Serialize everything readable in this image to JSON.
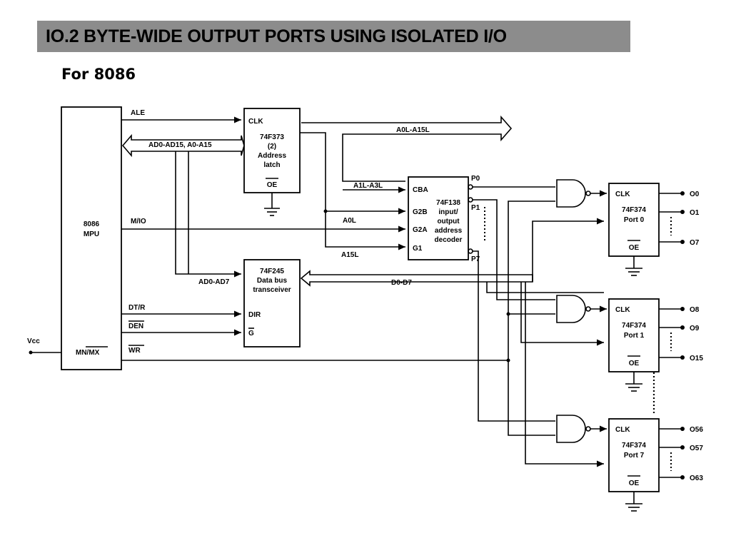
{
  "slide": {
    "title": "IO.2 BYTE-WIDE OUTPUT PORTS USING ISOLATED I/O",
    "subtitle": "For 8086"
  },
  "mpu": {
    "label1": "8086",
    "label2": "MPU"
  },
  "signals": {
    "ale": "ALE",
    "ad_bus": "AD0-AD15, A0-A15",
    "m_io": "M/IO",
    "dt_r": "DT/R",
    "den": "DEN",
    "wr": "WR",
    "mn_mx": "MN/MX",
    "vcc": "Vcc",
    "ad_low": "AD0-AD7",
    "a_bus_high": "A0L-A15L",
    "a_cba": "A1L-A3L",
    "a_g2b": "A0L",
    "a_g1": "A15L",
    "d_bus": "D0-D7"
  },
  "latch": {
    "clk": "CLK",
    "l1": "74F373",
    "l2": "(2)",
    "l3": "Address",
    "l4": "latch",
    "oe": "OE"
  },
  "transceiver": {
    "l1": "74F245",
    "l2": "Data bus",
    "l3": "transceiver",
    "dir": "DIR",
    "g": "G"
  },
  "decoder": {
    "cba": "CBA",
    "g2b": "G2B",
    "g2a": "G2A",
    "g1": "G1",
    "l1": "74F138",
    "l2": "input/",
    "l3": "output",
    "l4": "address",
    "l5": "decoder",
    "p0": "P0",
    "p1": "P1",
    "p7": "P7"
  },
  "ports": [
    {
      "clk": "CLK",
      "chip": "74F374",
      "name": "Port 0",
      "oe": "OE",
      "o_top": "O0",
      "o_mid": "O1",
      "o_bot": "O7"
    },
    {
      "clk": "CLK",
      "chip": "74F374",
      "name": "Port 1",
      "oe": "OE",
      "o_top": "O8",
      "o_mid": "O9",
      "o_bot": "O15"
    },
    {
      "clk": "CLK",
      "chip": "74F374",
      "name": "Port 7",
      "oe": "OE",
      "o_top": "O56",
      "o_mid": "O57",
      "o_bot": "O63"
    }
  ]
}
